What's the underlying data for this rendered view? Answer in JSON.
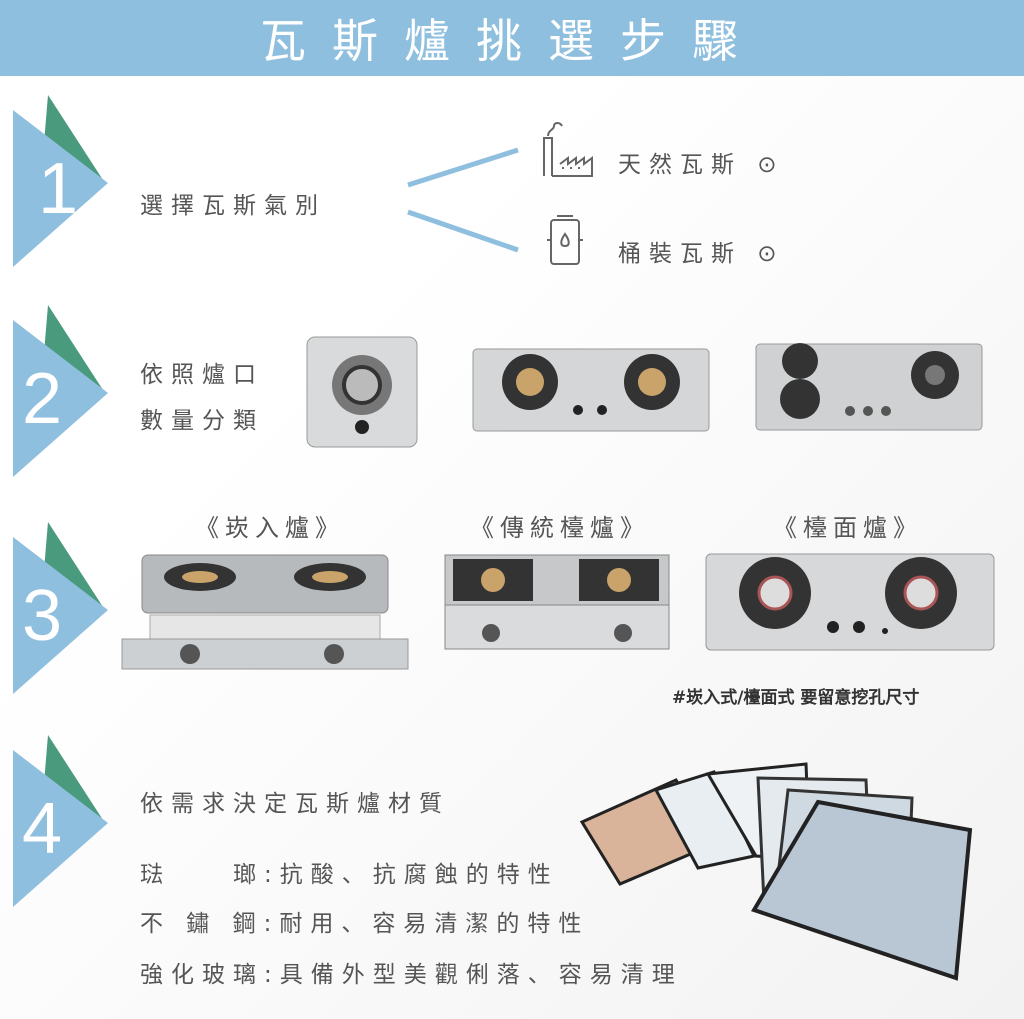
{
  "title": "瓦斯爐挑選步驟",
  "steps": [
    {
      "number": "1",
      "label": "選擇瓦斯氣別",
      "options": [
        {
          "label": "天然瓦斯 ⊙",
          "icon": "factory-icon"
        },
        {
          "label": "桶裝瓦斯 ⊙",
          "icon": "gas-tank-icon"
        }
      ]
    },
    {
      "number": "2",
      "label_lines": [
        "依照爐口",
        "數量分類"
      ]
    },
    {
      "number": "3",
      "types": [
        "《崁入爐》",
        "《傳統檯爐》",
        "《檯面爐》"
      ],
      "note": "#崁入式/檯面式 要留意挖孔尺寸"
    },
    {
      "number": "4",
      "label": "依需求決定瓦斯爐材質",
      "materials": [
        "琺　　瑯:抗酸、抗腐蝕的特性",
        "不 鏽 鋼:耐用、容易清潔的特性",
        "強化玻璃:具備外型美觀俐落、容易清理"
      ]
    }
  ],
  "colors": {
    "header": "#8fbfdf",
    "marker_blue": "#8fbfdf",
    "marker_green": "#4a9a7e"
  }
}
